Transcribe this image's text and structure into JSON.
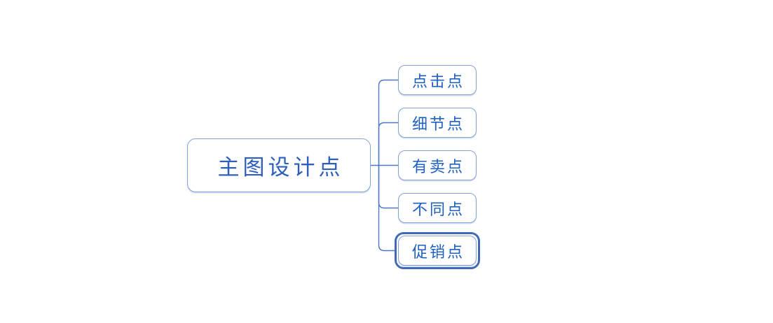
{
  "mindmap": {
    "root": {
      "label": "主图设计点"
    },
    "children": [
      {
        "label": "点击点",
        "selected": false
      },
      {
        "label": "细节点",
        "selected": false
      },
      {
        "label": "有卖点",
        "selected": false
      },
      {
        "label": "不同点",
        "selected": false
      },
      {
        "label": "促销点",
        "selected": true
      }
    ]
  },
  "colors": {
    "node_border": "#84A1D8",
    "root_text": "#2E5FBC",
    "child_text": "#1E5FC2",
    "connector": "#4D79C4",
    "selection_outline": "#3F6AB5",
    "background": "#FFFFFF"
  }
}
